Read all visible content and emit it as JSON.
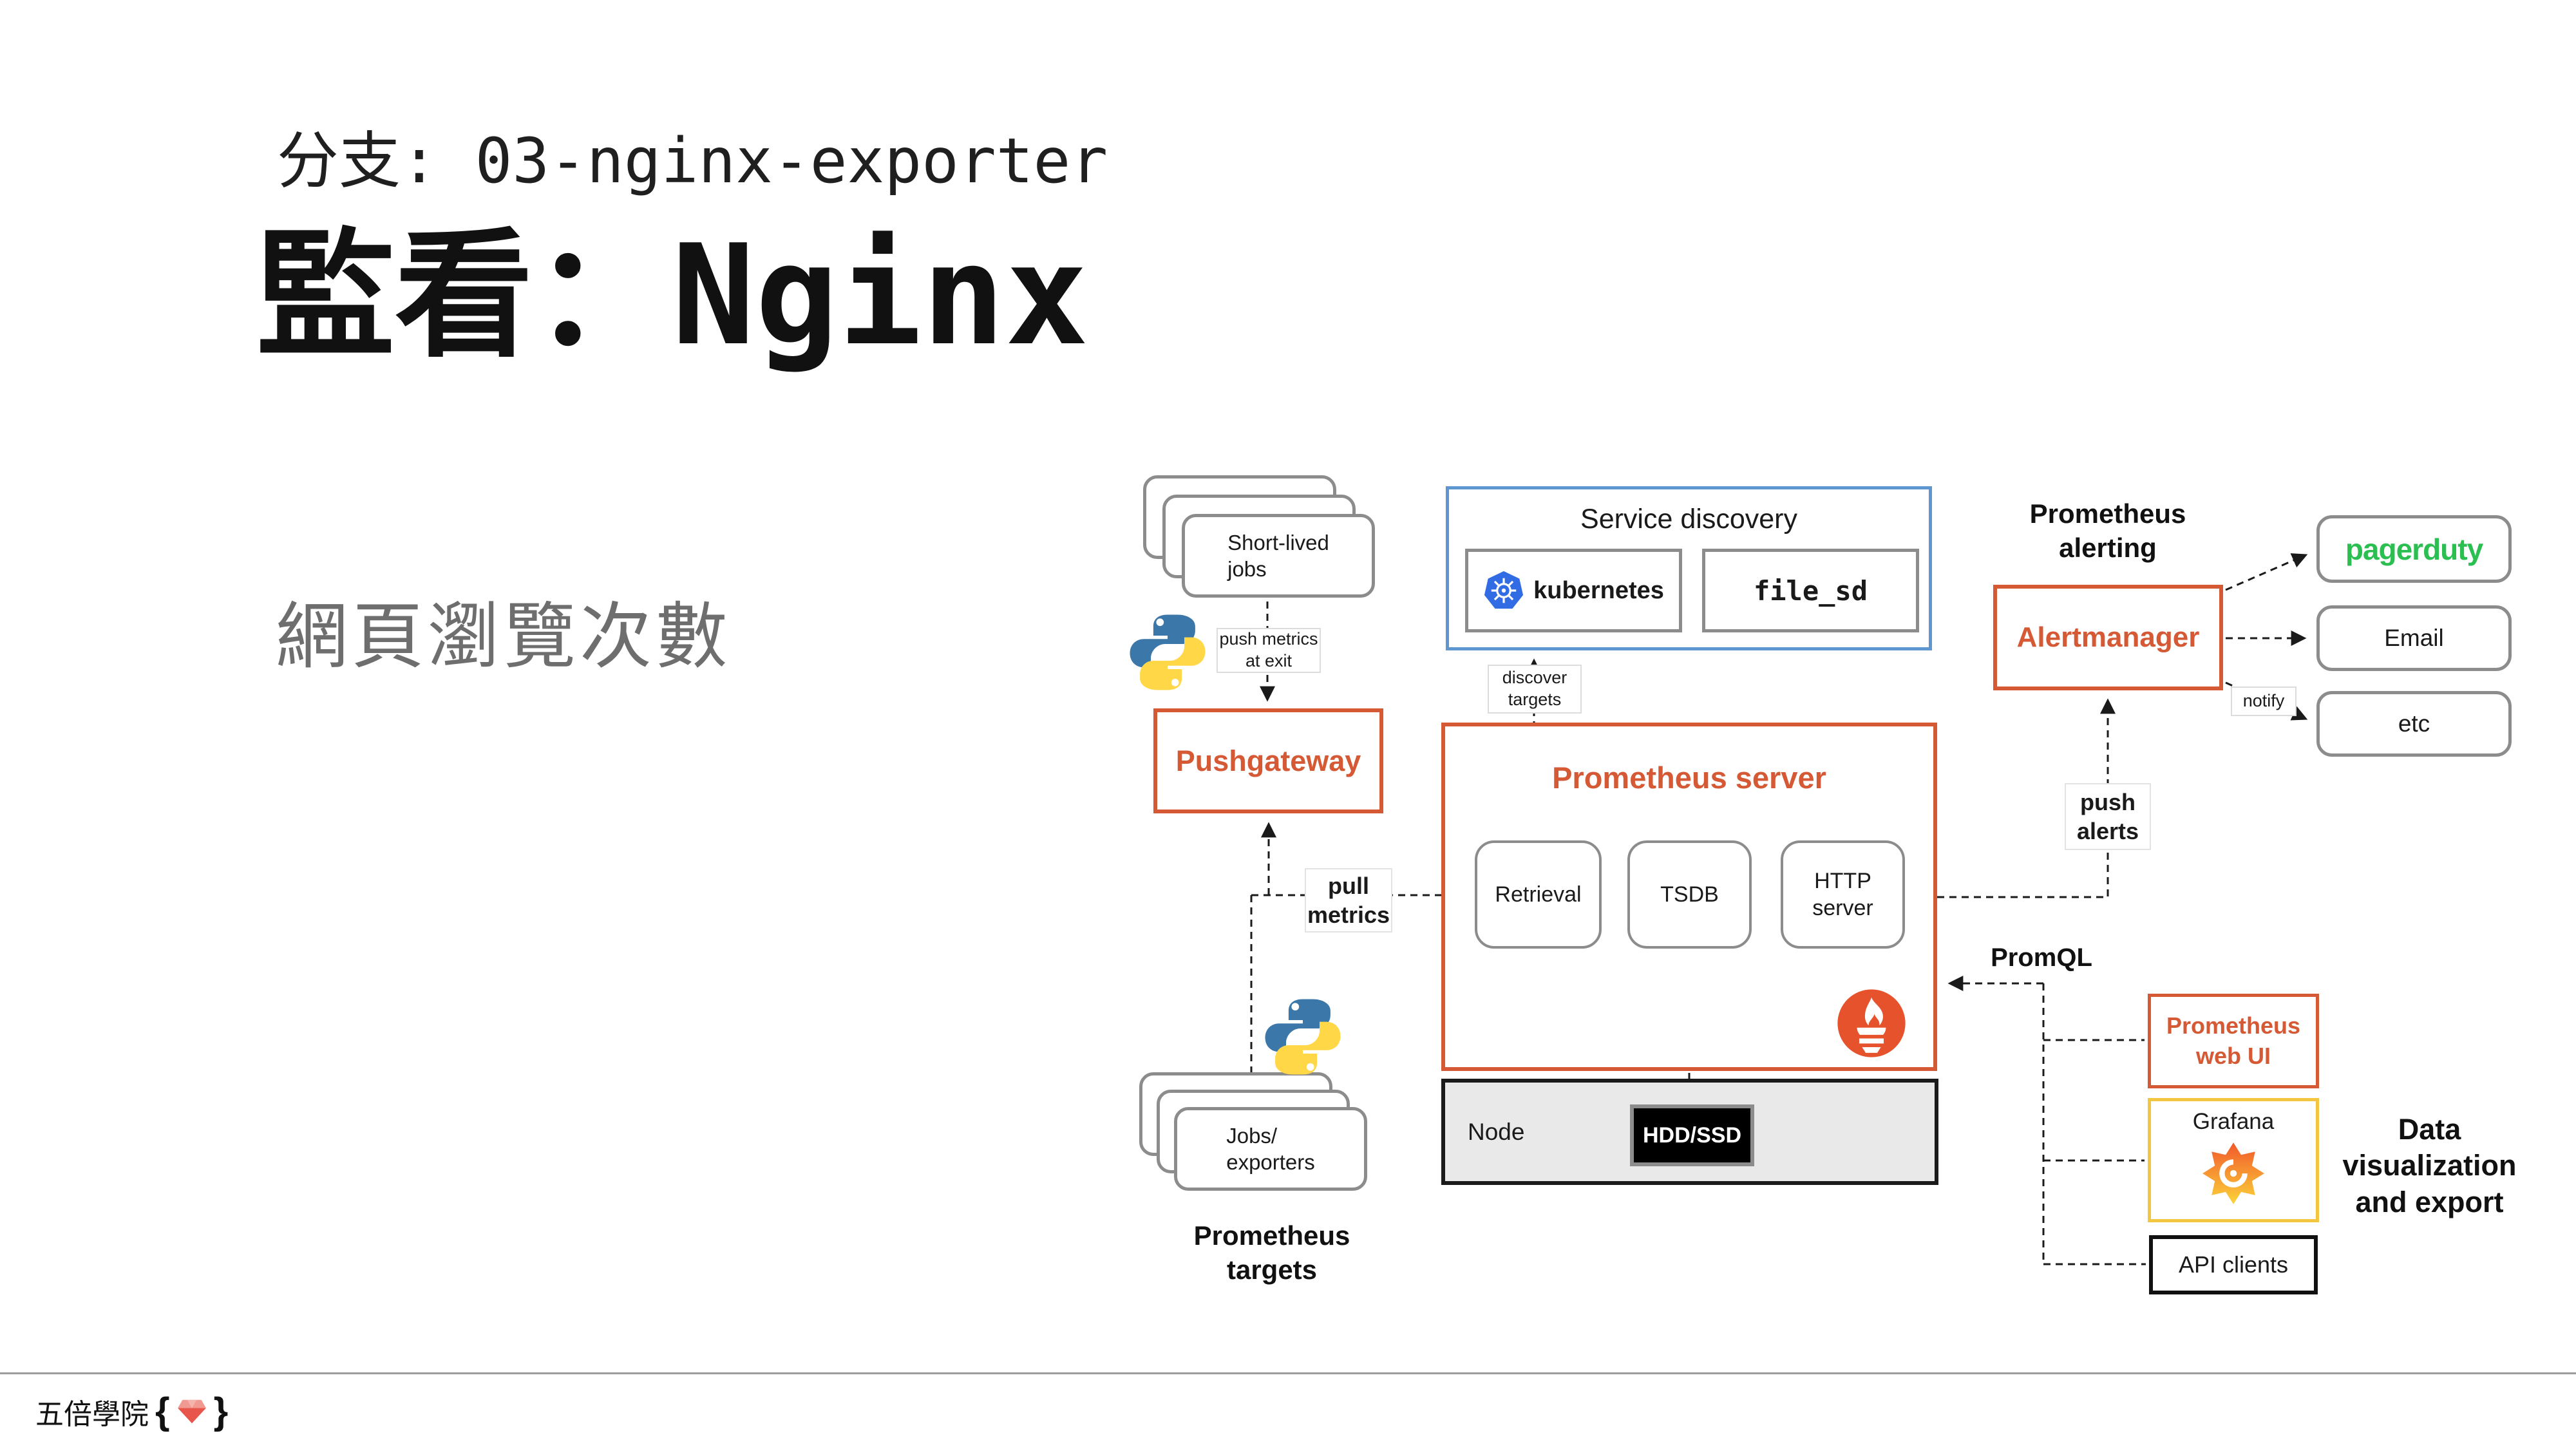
{
  "header": {
    "branch": "分支: 03-nginx-exporter",
    "title": "監看：Nginx",
    "subtitle": "網頁瀏覽次數"
  },
  "diagram": {
    "short_lived_jobs": {
      "line1": "Short-lived",
      "line2": "jobs"
    },
    "push_metrics_at_exit": {
      "line1": "push metrics",
      "line2": "at exit"
    },
    "pushgateway": {
      "label": "Pushgateway"
    },
    "service_discovery": {
      "title": "Service discovery",
      "kubernetes": "kubernetes",
      "file_sd": "file_sd"
    },
    "discover_targets": {
      "line1": "discover",
      "line2": "targets"
    },
    "prometheus_server": {
      "title": "Prometheus server",
      "retrieval": "Retrieval",
      "tsdb": "TSDB",
      "http_server": {
        "line1": "HTTP",
        "line2": "server"
      }
    },
    "node": {
      "label": "Node",
      "storage": "HDD/SSD"
    },
    "pull_metrics": {
      "line1": "pull",
      "line2": "metrics"
    },
    "jobs_exporters": {
      "line1": "Jobs/",
      "line2": "exporters"
    },
    "prometheus_targets": {
      "line1": "Prometheus",
      "line2": "targets"
    },
    "alerting": {
      "heading": {
        "line1": "Prometheus",
        "line2": "alerting"
      },
      "alertmanager": "Alertmanager",
      "pagerduty": "pagerduty",
      "email": "Email",
      "etc": "etc",
      "notify": "notify",
      "push_alerts": {
        "line1": "push",
        "line2": "alerts"
      }
    },
    "promql": "PromQL",
    "visualization": {
      "web_ui": {
        "line1": "Prometheus",
        "line2": "web UI"
      },
      "grafana": "Grafana",
      "api_clients": "API clients",
      "caption": {
        "line1": "Data",
        "line2": "visualization",
        "line3": "and export"
      }
    }
  },
  "footer": {
    "brand": "五倍學院",
    "brace_open": "{",
    "brace_close": "}"
  },
  "colors": {
    "prometheus_orange": "#d55934",
    "prometheus_logo_orange": "#e6522c",
    "service_discovery_blue": "#5e97d0",
    "kubernetes_blue": "#326ce5",
    "pagerduty_green": "#2bbf51",
    "grafana_yellow": "#f2c640",
    "python_blue": "#3b77a9",
    "python_yellow": "#ffd747",
    "node_fill": "#e9e9e9",
    "gray_border": "#8c8c8c",
    "line_black": "#1a1a1a",
    "subtitle_gray": "#6e6e6e",
    "ruby_red": "#e8554a"
  }
}
